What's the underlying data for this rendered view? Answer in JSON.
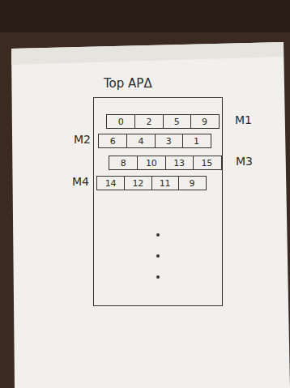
{
  "diagram": {
    "nodes": [
      {
        "text": [
          "Top APΔ"
        ]
      },
      {
        "text": [
          "M1"
        ],
        "in": 0
      },
      {
        "text": [
          "0"
        ],
        "in": 1
      },
      {
        "text": [
          "2"
        ],
        "in": 1
      },
      {
        "text": [
          "5"
        ],
        "in": 1
      },
      {
        "text": [
          "9"
        ],
        "in": 1
      },
      {
        "text": [
          "M2"
        ],
        "in": 0
      },
      {
        "text": [
          "6"
        ],
        "in": 6
      },
      {
        "text": [
          "4"
        ],
        "in": 6
      },
      {
        "text": [
          "3"
        ],
        "in": 6
      },
      {
        "text": [
          "1"
        ],
        "in": 6
      },
      {
        "text": [
          "M3"
        ],
        "in": 0
      },
      {
        "text": [
          "8"
        ],
        "in": 11
      },
      {
        "text": [
          "10"
        ],
        "in": 11
      },
      {
        "text": [
          "13"
        ],
        "in": 11
      },
      {
        "text": [
          "15"
        ],
        "in": 11
      },
      {
        "text": [
          "M4"
        ],
        "in": 0
      },
      {
        "text": [
          "14"
        ],
        "in": 16
      },
      {
        "text": [
          "12"
        ],
        "in": 16
      },
      {
        "text": [
          "11"
        ],
        "in": 16
      },
      {
        "text": [
          "9"
        ],
        "in": 16
      }
    ]
  }
}
